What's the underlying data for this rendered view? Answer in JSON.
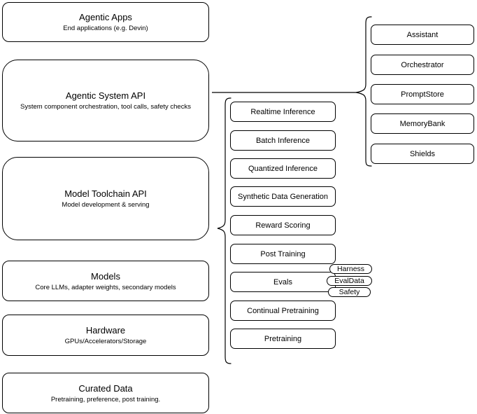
{
  "diagram": {
    "left_stack": [
      {
        "title": "Agentic Apps",
        "subtitle": "End applications (e.g. Devin)"
      },
      {
        "title": "Agentic System API",
        "subtitle": "System component orchestration, tool calls, safety checks"
      },
      {
        "title": "Model Toolchain API",
        "subtitle": "Model development & serving"
      },
      {
        "title": "Models",
        "subtitle": "Core LLMs, adapter weights, secondary models"
      },
      {
        "title": "Hardware",
        "subtitle": "GPUs/Accelerators/Storage"
      },
      {
        "title": "Curated Data",
        "subtitle": "Pretraining, preference, post training."
      }
    ],
    "toolchain_items": [
      {
        "label": "Realtime Inference"
      },
      {
        "label": "Batch Inference"
      },
      {
        "label": "Quantized Inference"
      },
      {
        "label": "Synthetic Data Generation"
      },
      {
        "label": "Reward Scoring"
      },
      {
        "label": "Post Training"
      },
      {
        "label": "Evals"
      },
      {
        "label": "Continual Pretraining"
      },
      {
        "label": "Pretraining"
      }
    ],
    "agentic_system_items": [
      {
        "label": "Assistant"
      },
      {
        "label": "Orchestrator"
      },
      {
        "label": "PromptStore"
      },
      {
        "label": "MemoryBank"
      },
      {
        "label": "Shields"
      }
    ],
    "evals_pills": [
      {
        "label": "Harness"
      },
      {
        "label": "EvalData"
      },
      {
        "label": "Safety"
      }
    ],
    "colors": {
      "stroke": "#000000",
      "background": "#ffffff",
      "text": "#000000"
    }
  }
}
